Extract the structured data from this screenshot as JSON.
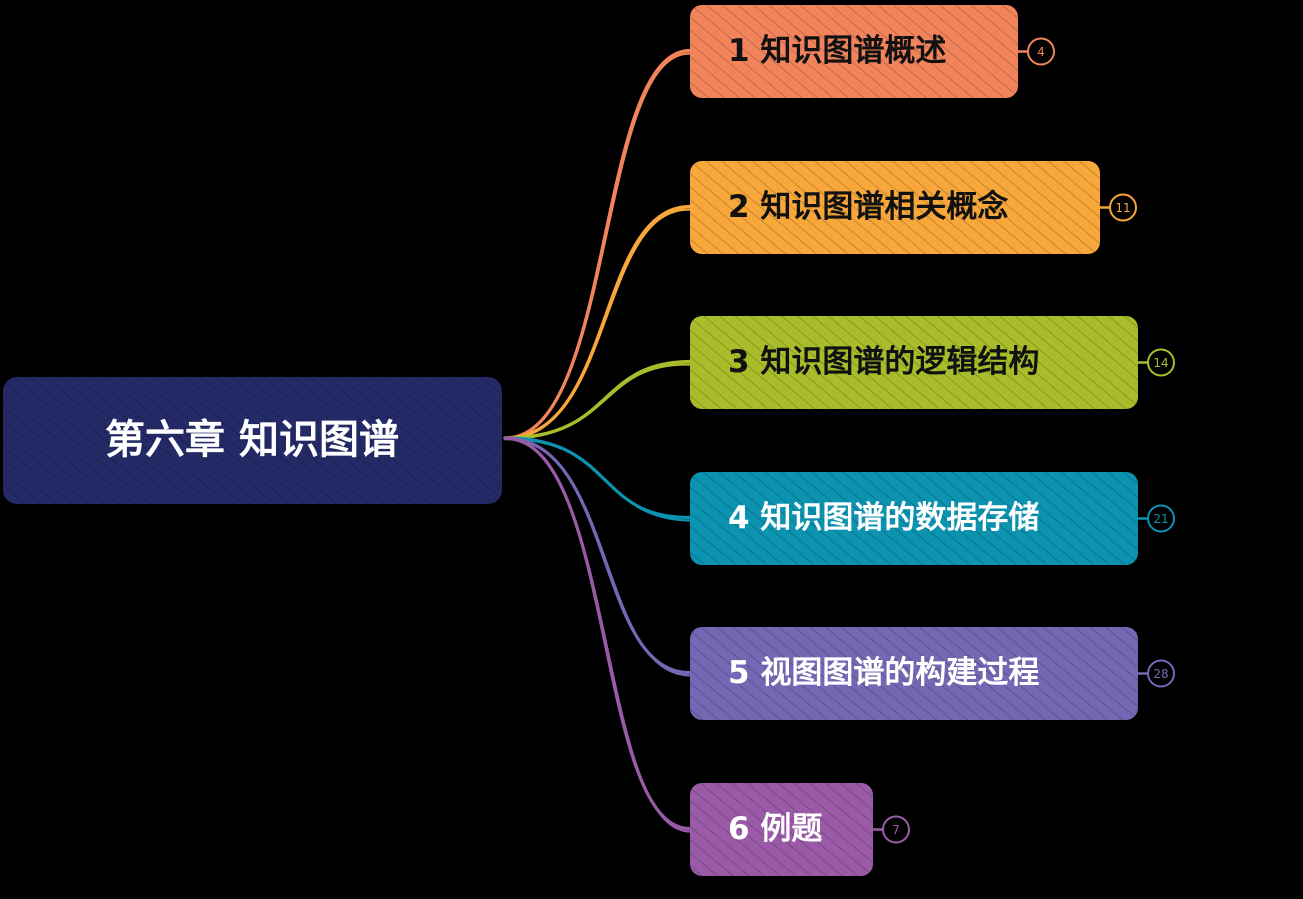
{
  "mindmap": {
    "root": {
      "label": "第六章 知识图谱",
      "color": "#232a66"
    },
    "branches": [
      {
        "label": "1 知识图谱概述",
        "count": "4",
        "color": "#f2845c"
      },
      {
        "label": "2 知识图谱相关概念",
        "count": "11",
        "color": "#f8a73a"
      },
      {
        "label": "3 知识图谱的逻辑结构",
        "count": "14",
        "color": "#a9bd2b"
      },
      {
        "label": "4 知识图谱的数据存储",
        "count": "21",
        "color": "#0b93b0"
      },
      {
        "label": "5 视图图谱的构建过程",
        "count": "28",
        "color": "#7567b3"
      },
      {
        "label": "6 例题",
        "count": "7",
        "color": "#9a5aa8"
      }
    ]
  }
}
